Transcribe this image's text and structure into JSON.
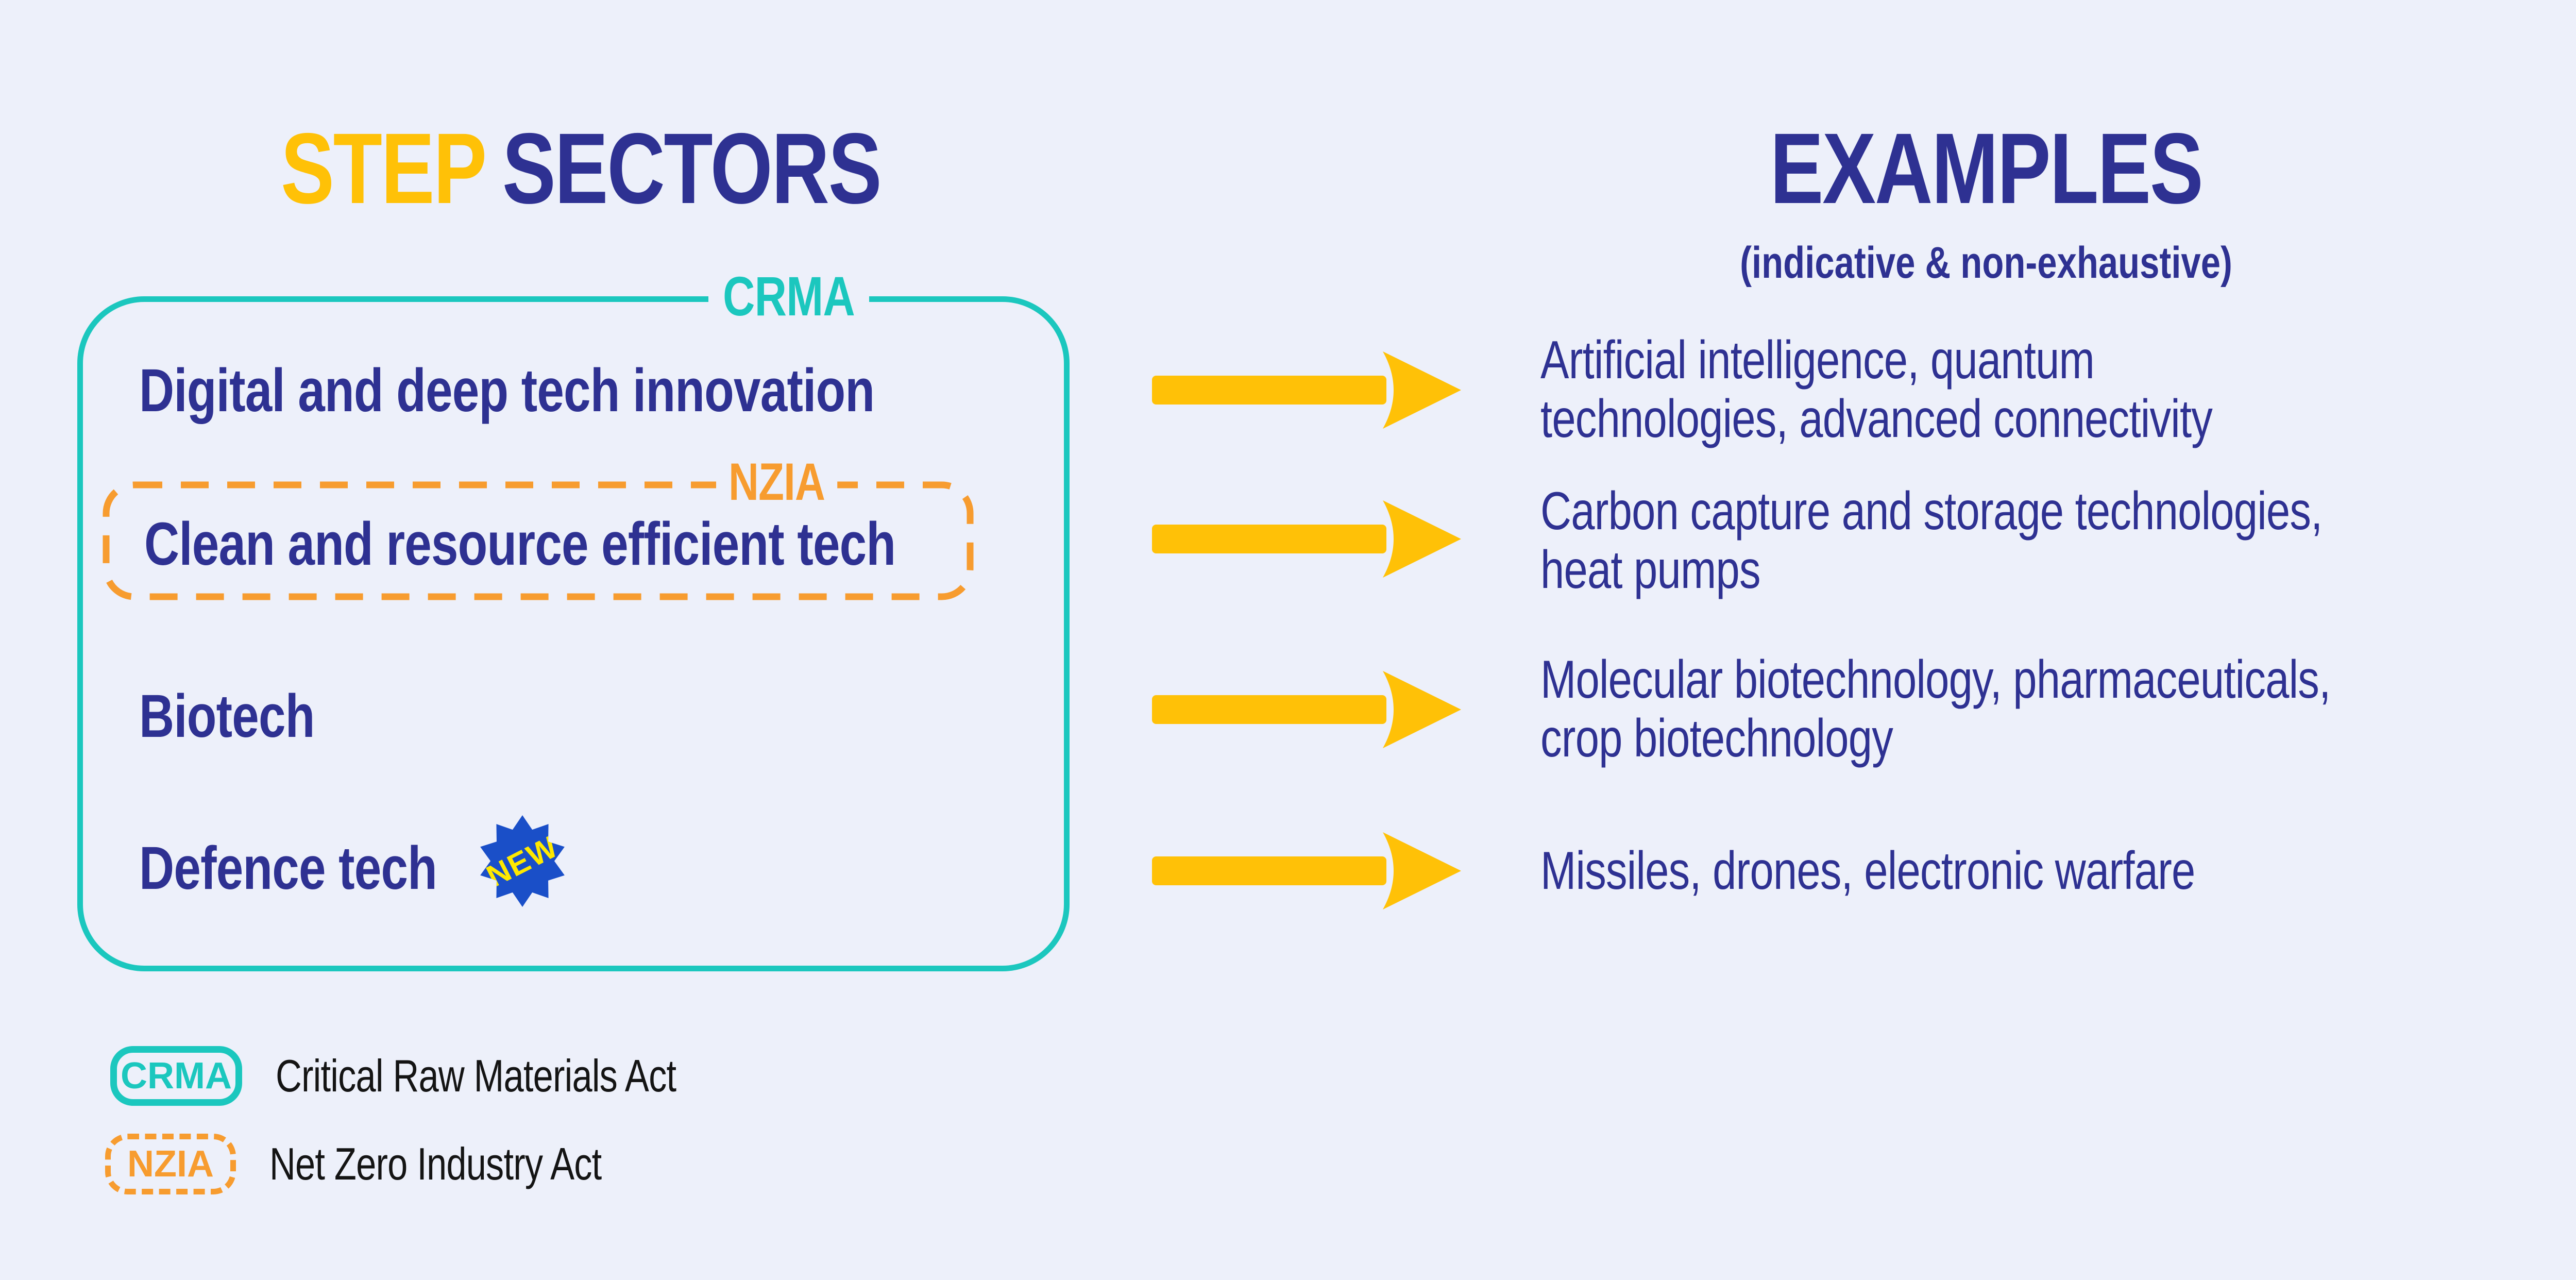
{
  "colors": {
    "background": "#EDF0FA",
    "navy": "#2E3192",
    "yellow": "#FFC107",
    "teal": "#1BC7BE",
    "orange": "#F79C2F",
    "new_badge_blue": "#1A4FC8",
    "new_badge_yellow": "#FFE900",
    "legend_text": "#141414"
  },
  "header": {
    "step": "STEP",
    "sectors": "SECTORS",
    "examples": "EXAMPLES",
    "examples_note": "(indicative & non-exhaustive)"
  },
  "crma_tag": "CRMA",
  "nzia_tag": "NZIA",
  "sectors": {
    "digital": "Digital and deep tech innovation",
    "clean": "Clean and resource efficient tech",
    "biotech": "Biotech",
    "defence": "Defence tech",
    "new_badge": "NEW"
  },
  "examples": [
    {
      "lines": [
        "Artificial intelligence, quantum",
        "technologies, advanced connectivity"
      ]
    },
    {
      "lines": [
        "Carbon capture and storage technologies,",
        "heat pumps"
      ]
    },
    {
      "lines": [
        "Molecular biotechnology, pharmaceuticals,",
        "crop biotechnology"
      ]
    },
    {
      "lines": [
        "Missiles, drones, electronic warfare"
      ]
    }
  ],
  "legend": [
    {
      "tag": "CRMA",
      "label": "Critical Raw Materials Act"
    },
    {
      "tag": "NZIA",
      "label": "Net Zero Industry Act"
    }
  ]
}
